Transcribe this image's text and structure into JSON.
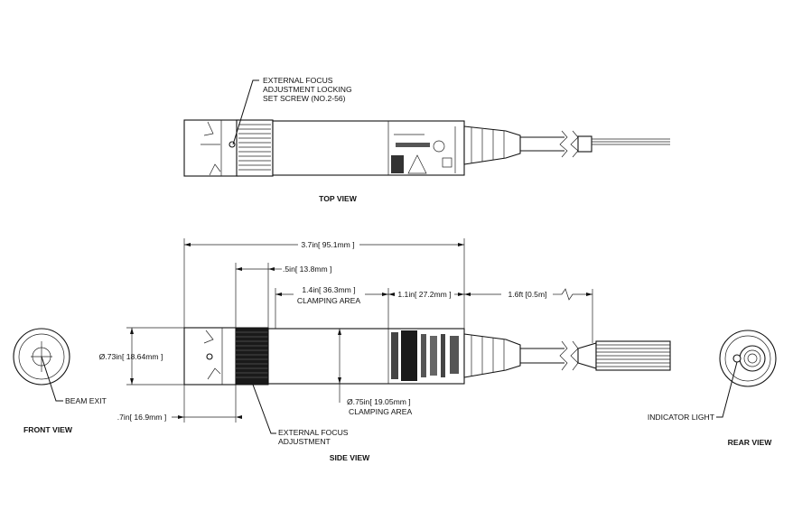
{
  "views": {
    "top": "TOP VIEW",
    "side": "SIDE VIEW",
    "front": "FRONT VIEW",
    "rear": "REAR VIEW"
  },
  "callouts": {
    "locking_screw": [
      "EXTERNAL FOCUS",
      "ADJUSTMENT LOCKING",
      "SET SCREW (NO.2-56)"
    ],
    "focus_adjust": [
      "EXTERNAL FOCUS",
      "ADJUSTMENT"
    ],
    "beam_exit": "BEAM EXIT",
    "indicator_light": "INDICATOR LIGHT",
    "clamping_area_1": "CLAMPING AREA",
    "clamping_area_2": "CLAMPING AREA"
  },
  "dimensions": {
    "overall_length": "3.7in[ 95.1mm ]",
    "focus_offset": ".5in[ 13.8mm ]",
    "clamp_length": "1.4in[ 36.3mm ]",
    "rear_length": "1.1in[ 27.2mm ]",
    "cable_length": "1.6ft [0.5m]",
    "front_diameter": "Ø.73in[ 18.64mm ]",
    "body_diameter": "Ø.75in[ 19.05mm ]",
    "nose_length": ".7in[ 16.9mm ]"
  }
}
